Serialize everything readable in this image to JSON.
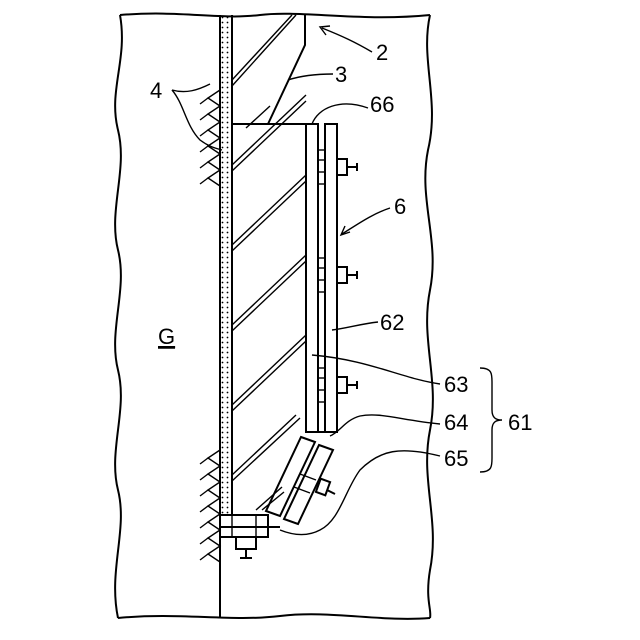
{
  "labels": {
    "wall": "2",
    "retaining": "3",
    "anchors": "4",
    "panel": "6",
    "label_61": "61",
    "label_62": "62",
    "label_63": "63",
    "label_64": "64",
    "label_65": "65",
    "label_66": "66",
    "ground": "G"
  },
  "colors": {
    "ink": "#000000",
    "paper": "#ffffff"
  }
}
